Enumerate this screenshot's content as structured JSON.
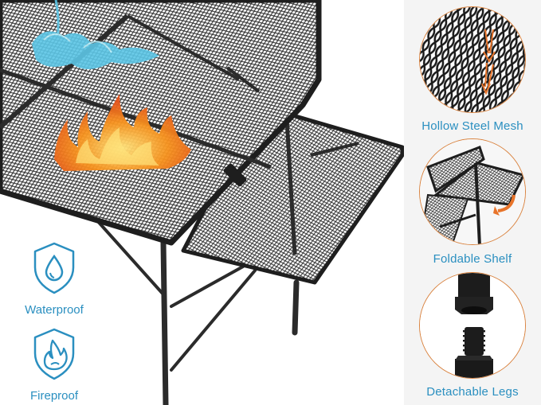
{
  "colors": {
    "accent_blue": "#2a8fc0",
    "circle_border": "#d9823e",
    "panel_bg": "#f4f4f4",
    "metal": "#2b2b2b",
    "flame": "#f7931e",
    "water": "#5cc6e6"
  },
  "left_badges": [
    {
      "icon": "shield-water-drop-icon",
      "label": "Waterproof"
    },
    {
      "icon": "shield-flame-icon",
      "label": "Fireproof"
    }
  ],
  "features": [
    {
      "icon": "mesh-closeup",
      "label": "Hollow Steel Mesh"
    },
    {
      "icon": "foldable-shelf-closeup",
      "label": "Foldable Shelf"
    },
    {
      "icon": "detachable-leg-closeup",
      "label": "Detachable Legs"
    }
  ]
}
